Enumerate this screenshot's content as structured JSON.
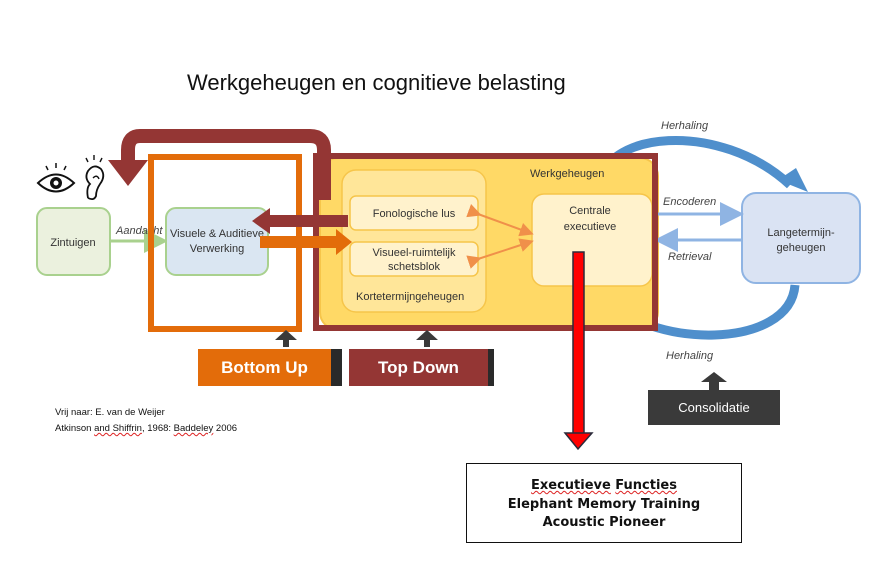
{
  "title": "Werkgeheugen en cognitieve belasting",
  "icons": {
    "senses": [
      "eye-icon",
      "ear-icon"
    ]
  },
  "boxes": {
    "zintuigen": "Zintuigen",
    "verwerking_line1": "Visuele & Auditieve",
    "verwerking_line2": "Verwerking",
    "werkgeheugen": "Werkgeheugen",
    "fonologische": "Fonologische lus",
    "visueel_line1": "Visueel-ruimtelijk",
    "visueel_line2": "schetsblok",
    "kortetermijn": "Kortetermijngeheugen",
    "centrale_line1": "Centrale",
    "centrale_line2": "executieve",
    "langetermijn_line1": "Langetermijn-",
    "langetermijn_line2": "geheugen"
  },
  "arrow_labels": {
    "aandacht": "Aandacht",
    "herhaling_top": "Herhaling",
    "encoderen": "Encoderen",
    "retrieval": "Retrieval",
    "herhaling_bottom": "Herhaling"
  },
  "labels": {
    "bottom_up": "Bottom Up",
    "top_down": "Top Down",
    "consolidatie": "Consolidatie"
  },
  "references": {
    "line1": "Vrij naar: E. van de Weijer",
    "line2_a": "Atkinson",
    "line2_b": "and Shiffrin",
    "line2_c": ", 1968: ",
    "line2_d": "Baddeley",
    "line2_e": " 2006"
  },
  "executive_box": {
    "line1_a": "Executieve",
    "line1_b": "Functies",
    "line2": "Elephant Memory Training",
    "line3": "Acoustic Pioneer"
  },
  "colors": {
    "orange": "#e36c0a",
    "dark_red": "#943634",
    "yellow": "#ffd966",
    "blue": "#4f8fcc",
    "green_border": "#a9d18e",
    "red_arrow": "#ff0000",
    "dark_gray": "#3a3a3a"
  }
}
